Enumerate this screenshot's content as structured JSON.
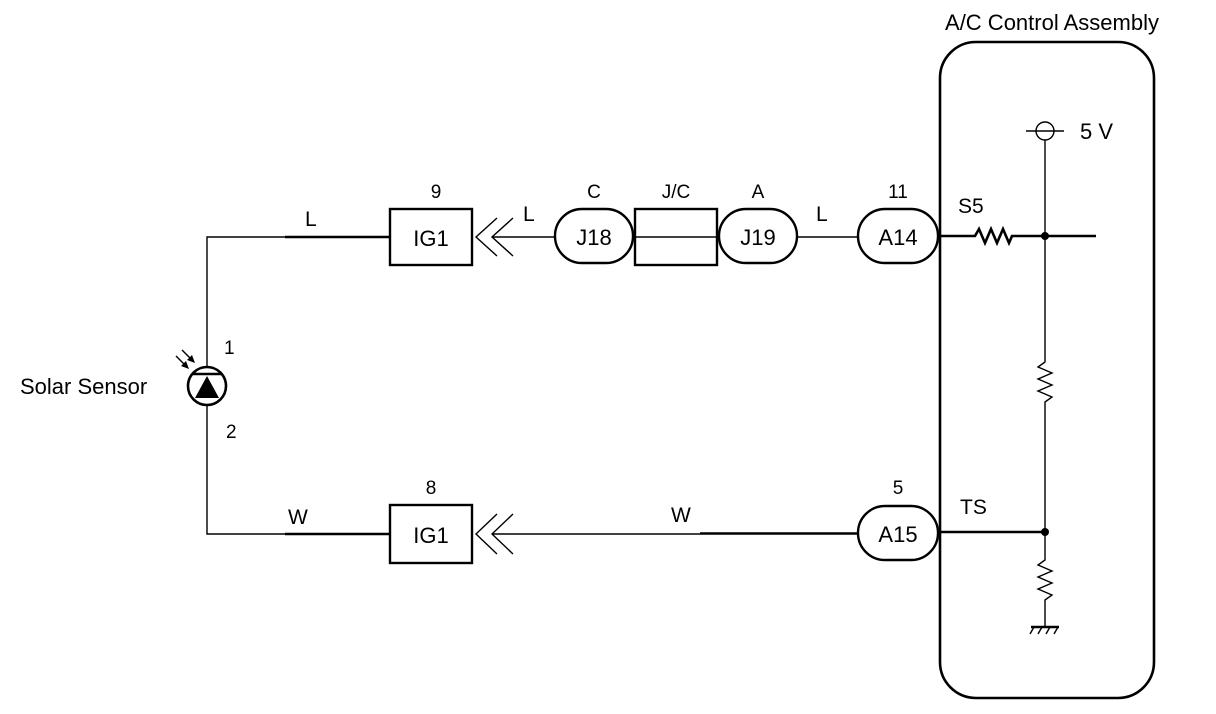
{
  "assembly": {
    "title": "A/C Control Assembly"
  },
  "sensor": {
    "label": "Solar Sensor",
    "pin_top": "1",
    "pin_bottom": "2"
  },
  "upper_path": {
    "wire_left": "L",
    "ig_pin": "9",
    "ig_label": "IG1",
    "wire_mid": "L",
    "j18_pin": "C",
    "j18_label": "J18",
    "jc_label": "J/C",
    "j19_pin": "A",
    "j19_label": "J19",
    "wire_right": "L",
    "a14_pin": "11",
    "a14_label": "A14",
    "terminal": "S5"
  },
  "lower_path": {
    "wire_left": "W",
    "ig_pin": "8",
    "ig_label": "IG1",
    "wire_right": "W",
    "a15_pin": "5",
    "a15_label": "A15",
    "terminal": "TS"
  },
  "supply": {
    "label": "5 V"
  }
}
